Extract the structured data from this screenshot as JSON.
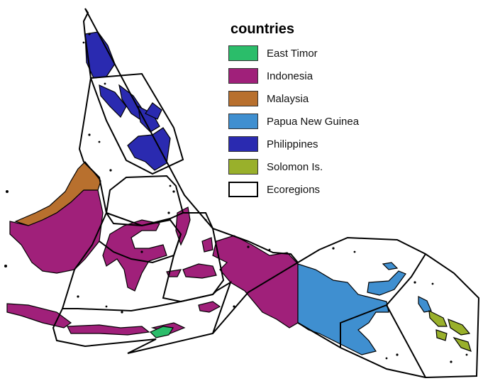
{
  "legend": {
    "title": "countries",
    "items": [
      {
        "label": "East Timor",
        "color": "#2bbd6a"
      },
      {
        "label": "Indonesia",
        "color": "#a0207a"
      },
      {
        "label": "Malaysia",
        "color": "#b8702e"
      },
      {
        "label": "Papua New Guinea",
        "color": "#3f8fd0"
      },
      {
        "label": "Philippines",
        "color": "#2a2ab0"
      },
      {
        "label": "Solomon Is.",
        "color": "#99b02b"
      }
    ],
    "outline_item": {
      "label": "Ecoregions",
      "color": "#ffffff",
      "stroke": "#000000"
    }
  }
}
